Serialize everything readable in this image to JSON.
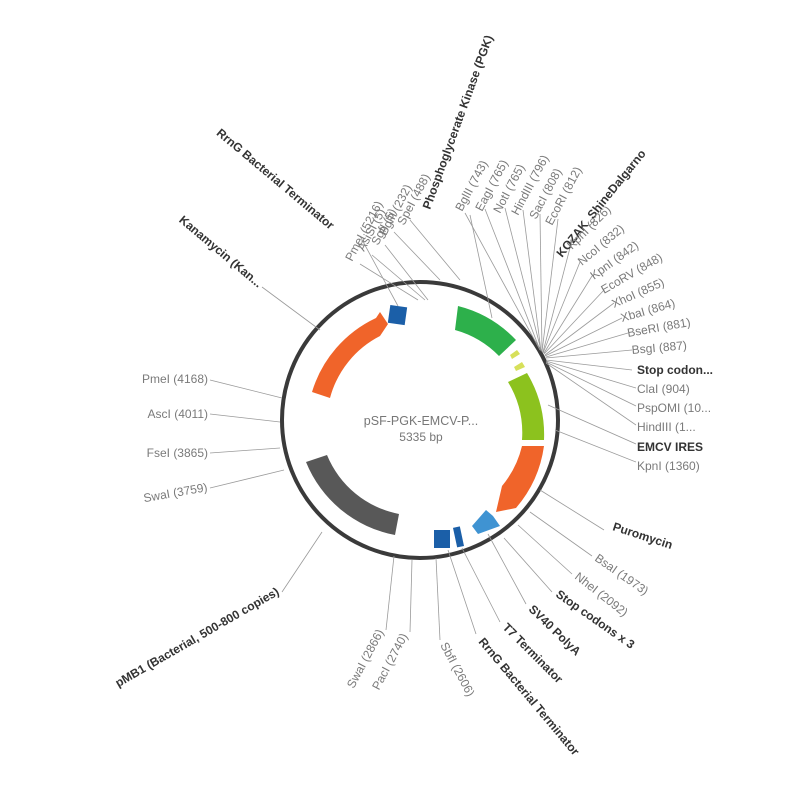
{
  "plasmid": {
    "name": "pSF-PGK-EMCV-P...",
    "size": "5335 bp"
  },
  "colors": {
    "backbone": "#3a3a3a",
    "pgk_promoter": "#2db04b",
    "emcv_ires": "#8cc21e",
    "resistance": "#f0642a",
    "origin": "#585858",
    "terminator": "#1b5fa8",
    "polya": "#3f93d2",
    "small_feature": "#d7e05a"
  },
  "labels": [
    {
      "text": "Phosphoglycerate Kinase (PGK)",
      "bold": true
    },
    {
      "text": "KOZAK_ShineDalgarno",
      "bold": true
    },
    {
      "text": "Stop codon...",
      "bold": true
    },
    {
      "text": "EMCV IRES",
      "bold": true
    },
    {
      "text": "Puromycin",
      "bold": true
    },
    {
      "text": "Stop codons x 3",
      "bold": true
    },
    {
      "text": "SV40 PolyA",
      "bold": true
    },
    {
      "text": "T7 Terminator",
      "bold": true
    },
    {
      "text": "RrnG Bacterial Terminator",
      "bold": true
    },
    {
      "text": "pMB1 (Bacterial, 500-800 copies)",
      "bold": true
    },
    {
      "text": "Kanamycin (Kan...",
      "bold": true
    },
    {
      "text": "RrnG Bacterial Terminator",
      "bold": true
    },
    {
      "text": "SpeI (488)",
      "bold": false
    },
    {
      "text": "BglII (232)",
      "bold": false
    },
    {
      "text": "SgfI (5)",
      "bold": false
    },
    {
      "text": "AsiSI (5)",
      "bold": false
    },
    {
      "text": "PmeI (5216)",
      "bold": false
    },
    {
      "text": "BglII (743)",
      "bold": false
    },
    {
      "text": "EagI (765)",
      "bold": false
    },
    {
      "text": "NotI (765)",
      "bold": false
    },
    {
      "text": "HindIII (796)",
      "bold": false
    },
    {
      "text": "SacI (808)",
      "bold": false
    },
    {
      "text": "EcoRI (812)",
      "bold": false
    },
    {
      "text": "KpnI (826)",
      "bold": false
    },
    {
      "text": "NcoI (832)",
      "bold": false
    },
    {
      "text": "KpnI (842)",
      "bold": false
    },
    {
      "text": "EcoRV (848)",
      "bold": false
    },
    {
      "text": "XhoI (855)",
      "bold": false
    },
    {
      "text": "XbaI (864)",
      "bold": false
    },
    {
      "text": "BseRI (881)",
      "bold": false
    },
    {
      "text": "BsgI (887)",
      "bold": false
    },
    {
      "text": "ClaI (904)",
      "bold": false
    },
    {
      "text": "PspOMI (10...",
      "bold": false
    },
    {
      "text": "HindIII (1...",
      "bold": false
    },
    {
      "text": "KpnI (1360)",
      "bold": false
    },
    {
      "text": "BsaI (1973)",
      "bold": false
    },
    {
      "text": "NheI (2092)",
      "bold": false
    },
    {
      "text": "SbfI (2606)",
      "bold": false
    },
    {
      "text": "PacI (2740)",
      "bold": false
    },
    {
      "text": "SwaI (2866)",
      "bold": false
    },
    {
      "text": "SwaI (3759)",
      "bold": false
    },
    {
      "text": "FseI (3865)",
      "bold": false
    },
    {
      "text": "AscI (4011)",
      "bold": false
    },
    {
      "text": "PmeI (4168)",
      "bold": false
    }
  ]
}
